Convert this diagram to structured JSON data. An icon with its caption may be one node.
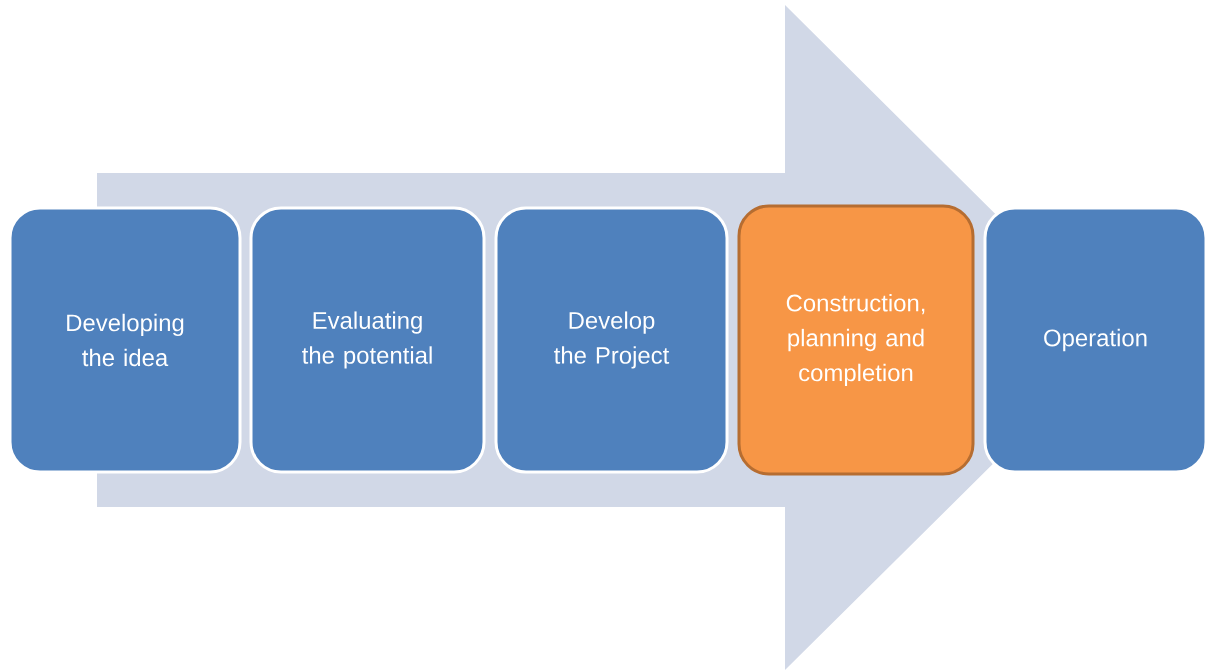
{
  "diagram": {
    "nodes": [
      {
        "text": [
          "Developing the idea"
        ]
      },
      {
        "text": [
          "Evaluating the potential"
        ]
      },
      {
        "text": [
          "Develop the Project"
        ]
      },
      {
        "text": [
          "Construction, planning and completion"
        ]
      },
      {
        "text": [
          "Operation"
        ]
      }
    ],
    "edges": [
      {
        "from": 0,
        "to": 4,
        "arrow": "to"
      }
    ]
  }
}
